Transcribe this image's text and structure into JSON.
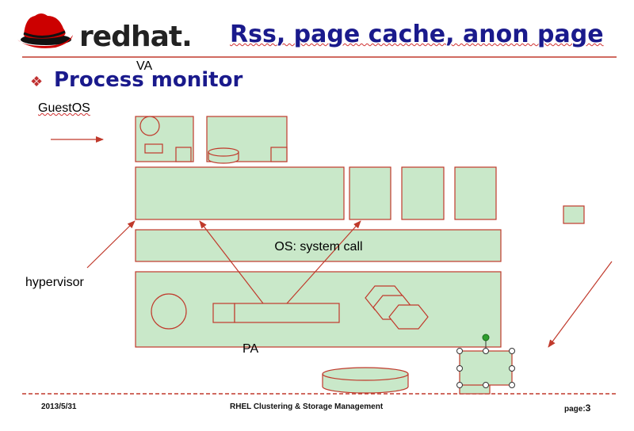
{
  "header": {
    "brand": "redhat.",
    "title": "Rss, page cache, anon page"
  },
  "bullet": {
    "glyph": "❖",
    "text": "Process monitor"
  },
  "diagram": {
    "va_label": "VA",
    "guest_label": "GuestOS",
    "os_label": "OS: system call",
    "hypervisor_label": "hypervisor",
    "pa_label": "PA"
  },
  "footer": {
    "date": "2013/5/31",
    "course": "RHEL Clustering & Storage Management",
    "page_prefix": "page:",
    "page_number": "3"
  },
  "colors": {
    "box_fill": "#c9e8c9",
    "box_stroke": "#c0392b",
    "title": "#1a1a8c",
    "logo_red": "#cc0000"
  }
}
